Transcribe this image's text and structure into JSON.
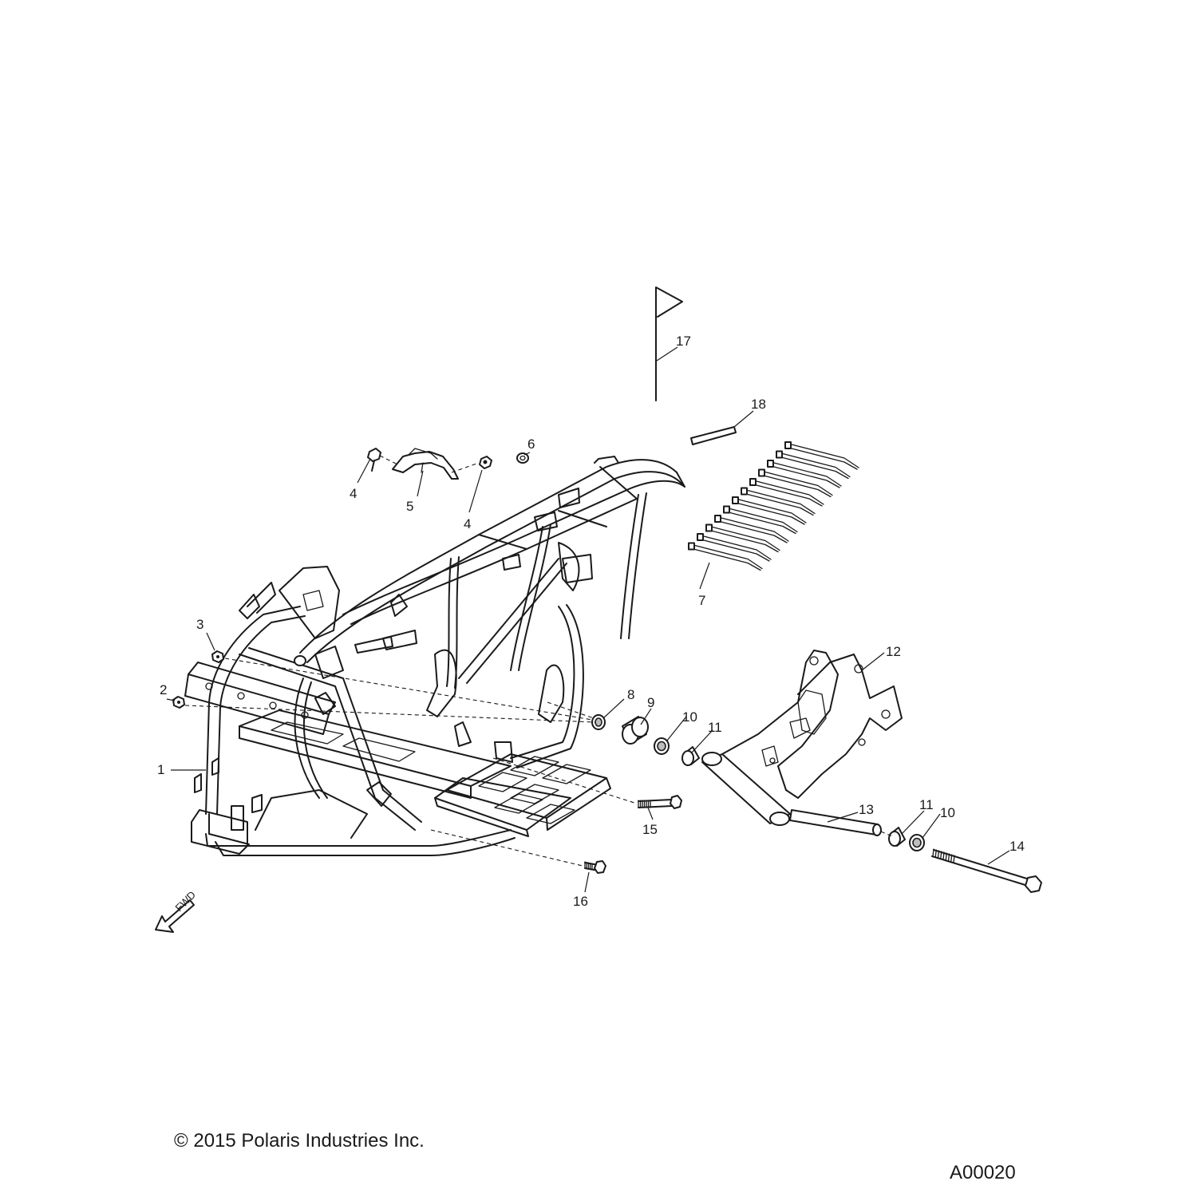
{
  "callouts": {
    "c1": "1",
    "c2": "2",
    "c3": "3",
    "c4a": "4",
    "c4b": "4",
    "c5": "5",
    "c6": "6",
    "c7": "7",
    "c8": "8",
    "c9": "9",
    "c10a": "10",
    "c10b": "10",
    "c11a": "11",
    "c11b": "11",
    "c12": "12",
    "c13": "13",
    "c14": "14",
    "c15": "15",
    "c16": "16",
    "c17": "17",
    "c18": "18"
  },
  "direction_label": "FWD",
  "footer": {
    "copyright": "© 2015 Polaris Industries Inc.",
    "figure_id": "A00020"
  }
}
